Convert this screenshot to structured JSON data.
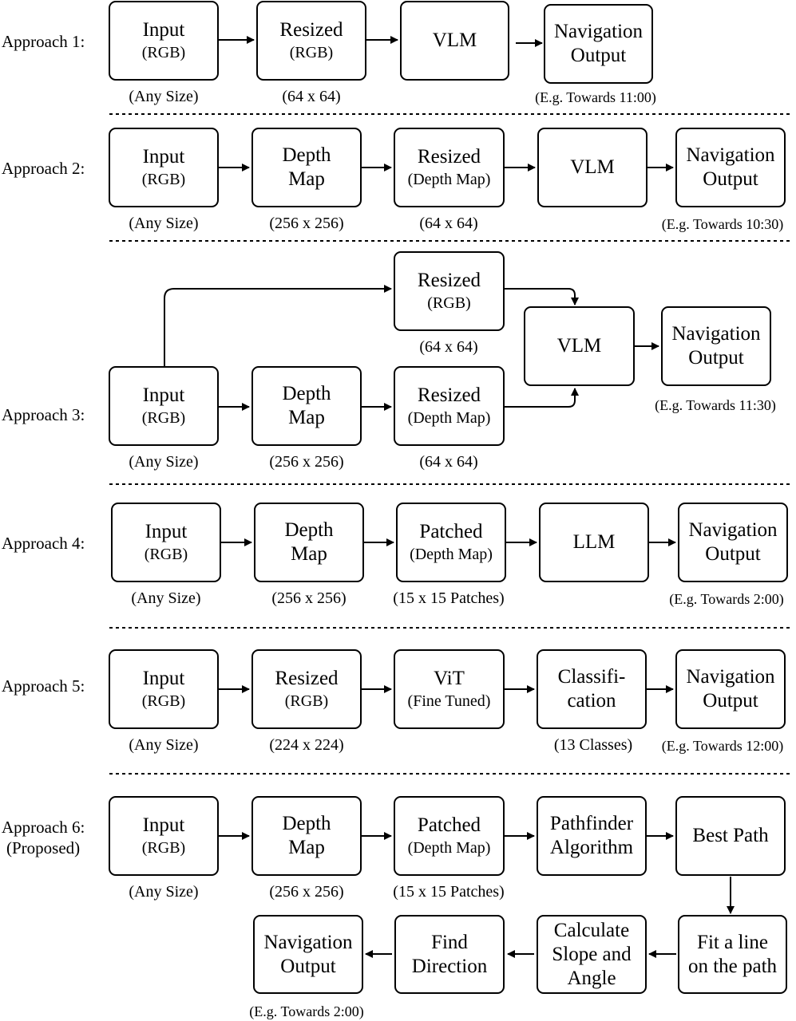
{
  "approaches": [
    {
      "label": "Approach 1:",
      "sub": ""
    },
    {
      "label": "Approach 2:",
      "sub": ""
    },
    {
      "label": "Approach 3:",
      "sub": ""
    },
    {
      "label": "Approach 4:",
      "sub": ""
    },
    {
      "label": "Approach 5:",
      "sub": ""
    },
    {
      "label": "Approach 6:",
      "sub": "(Proposed)"
    }
  ],
  "boxes": {
    "a1_input": {
      "l1": "Input",
      "l2": "(RGB)"
    },
    "a1_resized": {
      "l1": "Resized",
      "l2": "(RGB)"
    },
    "a1_vlm": {
      "l1": "VLM",
      "l2": ""
    },
    "a1_nav": {
      "l1": "Navigation",
      "l2": "Output"
    },
    "a2_input": {
      "l1": "Input",
      "l2": "(RGB)"
    },
    "a2_depth": {
      "l1": "Depth",
      "l2": "Map"
    },
    "a2_resized": {
      "l1": "Resized",
      "l2": "(Depth Map)"
    },
    "a2_vlm": {
      "l1": "VLM",
      "l2": ""
    },
    "a2_nav": {
      "l1": "Navigation",
      "l2": "Output"
    },
    "a3_resized_rgb": {
      "l1": "Resized",
      "l2": "(RGB)"
    },
    "a3_vlm": {
      "l1": "VLM",
      "l2": ""
    },
    "a3_nav": {
      "l1": "Navigation",
      "l2": "Output"
    },
    "a3_input": {
      "l1": "Input",
      "l2": "(RGB)"
    },
    "a3_depth": {
      "l1": "Depth",
      "l2": "Map"
    },
    "a3_resized_depth": {
      "l1": "Resized",
      "l2": "(Depth Map)"
    },
    "a4_input": {
      "l1": "Input",
      "l2": "(RGB)"
    },
    "a4_depth": {
      "l1": "Depth",
      "l2": "Map"
    },
    "a4_patched": {
      "l1": "Patched",
      "l2": "(Depth Map)"
    },
    "a4_llm": {
      "l1": "LLM",
      "l2": ""
    },
    "a4_nav": {
      "l1": "Navigation",
      "l2": "Output"
    },
    "a5_input": {
      "l1": "Input",
      "l2": "(RGB)"
    },
    "a5_resized": {
      "l1": "Resized",
      "l2": "(RGB)"
    },
    "a5_vit": {
      "l1": "ViT",
      "l2": "(Fine Tuned)"
    },
    "a5_class": {
      "l1": "Classifi-",
      "l2": "cation"
    },
    "a5_nav": {
      "l1": "Navigation",
      "l2": "Output"
    },
    "a6_input": {
      "l1": "Input",
      "l2": "(RGB)"
    },
    "a6_depth": {
      "l1": "Depth",
      "l2": "Map"
    },
    "a6_patched": {
      "l1": "Patched",
      "l2": "(Depth Map)"
    },
    "a6_pathfinder": {
      "l1": "Pathfinder",
      "l2": "Algorithm"
    },
    "a6_bestpath": {
      "l1": "Best Path",
      "l2": ""
    },
    "a6_fitline": {
      "l1": "Fit a line",
      "l2": "on the path"
    },
    "a6_slope": {
      "l1": "Calculate",
      "l2": "Slope and",
      "l3": "Angle"
    },
    "a6_direction": {
      "l1": "Find",
      "l2": "Direction"
    },
    "a6_nav": {
      "l1": "Navigation",
      "l2": "Output"
    }
  },
  "captions": {
    "a1_any": "(Any Size)",
    "a1_64": "(64 x 64)",
    "a1_eg": "(E.g. Towards 11:00)",
    "a2_any": "(Any Size)",
    "a2_256": "(256 x 256)",
    "a2_64": "(64 x 64)",
    "a2_eg": "(E.g. Towards 10:30)",
    "a3_64top": "(64 x 64)",
    "a3_eg": "(E.g. Towards 11:30)",
    "a3_any": "(Any Size)",
    "a3_256": "(256 x 256)",
    "a3_64": "(64 x 64)",
    "a4_any": "(Any Size)",
    "a4_256": "(256 x 256)",
    "a4_patches": "(15 x 15 Patches)",
    "a4_eg": "(E.g. Towards 2:00)",
    "a5_any": "(Any Size)",
    "a5_224": "(224 x 224)",
    "a5_classes": "(13 Classes)",
    "a5_eg": "(E.g. Towards 12:00)",
    "a6_any": "(Any Size)",
    "a6_256": "(256 x 256)",
    "a6_patches": "(15 x 15 Patches)",
    "a6_eg": "(E.g. Towards 2:00)"
  }
}
